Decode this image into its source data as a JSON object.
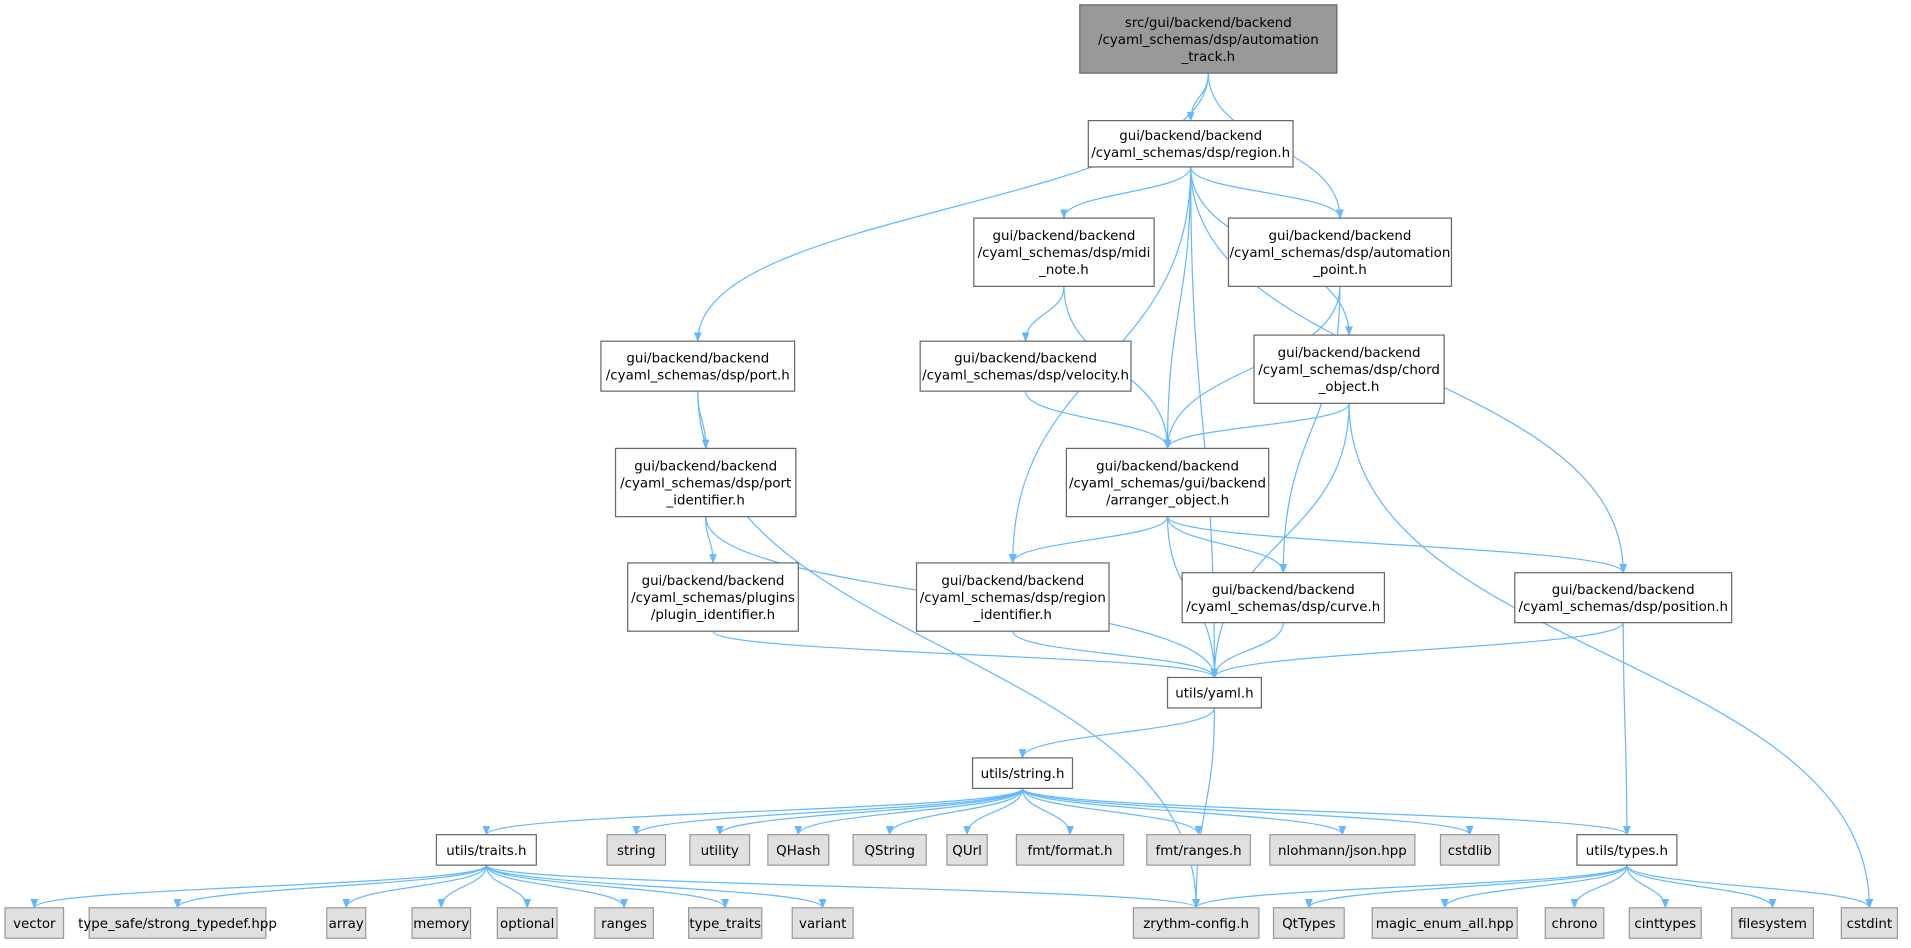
{
  "title": "src/gui/backend/backend/cyaml_schemas/dsp/automation_track.h include dependency graph",
  "colors": {
    "edge": "#63b8ff",
    "root_fill": "#999999",
    "external_fill": "#e0e0e0"
  },
  "nodes": [
    {
      "id": "root",
      "kind": "root",
      "lines": [
        "src/gui/backend/backend",
        "/cyaml_schemas/dsp/automation",
        "_track.h"
      ]
    },
    {
      "id": "region",
      "kind": "file",
      "lines": [
        "gui/backend/backend",
        "/cyaml_schemas/dsp/region.h"
      ]
    },
    {
      "id": "port",
      "kind": "file",
      "lines": [
        "gui/backend/backend",
        "/cyaml_schemas/dsp/port.h"
      ]
    },
    {
      "id": "midi_note",
      "kind": "file",
      "lines": [
        "gui/backend/backend",
        "/cyaml_schemas/dsp/midi",
        "_note.h"
      ]
    },
    {
      "id": "automation_point",
      "kind": "file",
      "lines": [
        "gui/backend/backend",
        "/cyaml_schemas/dsp/automation",
        "_point.h"
      ]
    },
    {
      "id": "velocity",
      "kind": "file",
      "lines": [
        "gui/backend/backend",
        "/cyaml_schemas/dsp/velocity.h"
      ]
    },
    {
      "id": "chord_object",
      "kind": "file",
      "lines": [
        "gui/backend/backend",
        "/cyaml_schemas/dsp/chord",
        "_object.h"
      ]
    },
    {
      "id": "port_identifier",
      "kind": "file",
      "lines": [
        "gui/backend/backend",
        "/cyaml_schemas/dsp/port",
        "_identifier.h"
      ]
    },
    {
      "id": "arranger_object",
      "kind": "file",
      "lines": [
        "gui/backend/backend",
        "/cyaml_schemas/gui/backend",
        "/arranger_object.h"
      ]
    },
    {
      "id": "plugin_identifier",
      "kind": "file",
      "lines": [
        "gui/backend/backend",
        "/cyaml_schemas/plugins",
        "/plugin_identifier.h"
      ]
    },
    {
      "id": "region_identifier",
      "kind": "file",
      "lines": [
        "gui/backend/backend",
        "/cyaml_schemas/dsp/region",
        "_identifier.h"
      ]
    },
    {
      "id": "curve",
      "kind": "file",
      "lines": [
        "gui/backend/backend",
        "/cyaml_schemas/dsp/curve.h"
      ]
    },
    {
      "id": "position",
      "kind": "file",
      "lines": [
        "gui/backend/backend",
        "/cyaml_schemas/dsp/position.h"
      ]
    },
    {
      "id": "yaml",
      "kind": "file",
      "lines": [
        "utils/yaml.h"
      ]
    },
    {
      "id": "string_h",
      "kind": "file",
      "lines": [
        "utils/string.h"
      ]
    },
    {
      "id": "traits",
      "kind": "file",
      "lines": [
        "utils/traits.h"
      ]
    },
    {
      "id": "types",
      "kind": "file",
      "lines": [
        "utils/types.h"
      ]
    },
    {
      "id": "string",
      "kind": "ext",
      "lines": [
        "string"
      ]
    },
    {
      "id": "utility",
      "kind": "ext",
      "lines": [
        "utility"
      ]
    },
    {
      "id": "QHash",
      "kind": "ext",
      "lines": [
        "QHash"
      ]
    },
    {
      "id": "QString",
      "kind": "ext",
      "lines": [
        "QString"
      ]
    },
    {
      "id": "QUrl",
      "kind": "ext",
      "lines": [
        "QUrl"
      ]
    },
    {
      "id": "fmt_format",
      "kind": "ext",
      "lines": [
        "fmt/format.h"
      ]
    },
    {
      "id": "fmt_ranges",
      "kind": "ext",
      "lines": [
        "fmt/ranges.h"
      ]
    },
    {
      "id": "nlohmann",
      "kind": "ext",
      "lines": [
        "nlohmann/json.hpp"
      ]
    },
    {
      "id": "cstdlib",
      "kind": "ext",
      "lines": [
        "cstdlib"
      ]
    },
    {
      "id": "vector",
      "kind": "ext",
      "lines": [
        "vector"
      ]
    },
    {
      "id": "type_safe",
      "kind": "ext",
      "lines": [
        "type_safe/strong_typedef.hpp"
      ]
    },
    {
      "id": "array",
      "kind": "ext",
      "lines": [
        "array"
      ]
    },
    {
      "id": "memory",
      "kind": "ext",
      "lines": [
        "memory"
      ]
    },
    {
      "id": "optional",
      "kind": "ext",
      "lines": [
        "optional"
      ]
    },
    {
      "id": "ranges",
      "kind": "ext",
      "lines": [
        "ranges"
      ]
    },
    {
      "id": "type_traits",
      "kind": "ext",
      "lines": [
        "type_traits"
      ]
    },
    {
      "id": "variant",
      "kind": "ext",
      "lines": [
        "variant"
      ]
    },
    {
      "id": "zrythm_config",
      "kind": "ext",
      "lines": [
        "zrythm-config.h"
      ]
    },
    {
      "id": "QtTypes",
      "kind": "ext",
      "lines": [
        "QtTypes"
      ]
    },
    {
      "id": "magic_enum",
      "kind": "ext",
      "lines": [
        "magic_enum_all.hpp"
      ]
    },
    {
      "id": "chrono",
      "kind": "ext",
      "lines": [
        "chrono"
      ]
    },
    {
      "id": "cinttypes",
      "kind": "ext",
      "lines": [
        "cinttypes"
      ]
    },
    {
      "id": "filesystem",
      "kind": "ext",
      "lines": [
        "filesystem"
      ]
    },
    {
      "id": "cstdint",
      "kind": "ext",
      "lines": [
        "cstdint"
      ]
    }
  ],
  "edges": [
    [
      "root",
      "port"
    ],
    [
      "root",
      "region"
    ],
    [
      "root",
      "automation_point"
    ],
    [
      "region",
      "midi_note"
    ],
    [
      "region",
      "automation_point"
    ],
    [
      "region",
      "chord_object"
    ],
    [
      "region",
      "arranger_object"
    ],
    [
      "region",
      "region_identifier"
    ],
    [
      "region",
      "yaml"
    ],
    [
      "region",
      "position"
    ],
    [
      "port",
      "port_identifier"
    ],
    [
      "port",
      "zrythm_config"
    ],
    [
      "midi_note",
      "velocity"
    ],
    [
      "midi_note",
      "arranger_object"
    ],
    [
      "automation_point",
      "arranger_object"
    ],
    [
      "automation_point",
      "curve"
    ],
    [
      "velocity",
      "arranger_object"
    ],
    [
      "chord_object",
      "arranger_object"
    ],
    [
      "chord_object",
      "yaml"
    ],
    [
      "chord_object",
      "cstdint"
    ],
    [
      "port_identifier",
      "plugin_identifier"
    ],
    [
      "port_identifier",
      "yaml"
    ],
    [
      "arranger_object",
      "region_identifier"
    ],
    [
      "arranger_object",
      "curve"
    ],
    [
      "arranger_object",
      "position"
    ],
    [
      "arranger_object",
      "yaml"
    ],
    [
      "plugin_identifier",
      "yaml"
    ],
    [
      "region_identifier",
      "yaml"
    ],
    [
      "curve",
      "yaml"
    ],
    [
      "position",
      "yaml"
    ],
    [
      "position",
      "types"
    ],
    [
      "yaml",
      "string_h"
    ],
    [
      "yaml",
      "zrythm_config"
    ],
    [
      "string_h",
      "traits"
    ],
    [
      "string_h",
      "string"
    ],
    [
      "string_h",
      "utility"
    ],
    [
      "string_h",
      "QHash"
    ],
    [
      "string_h",
      "QString"
    ],
    [
      "string_h",
      "QUrl"
    ],
    [
      "string_h",
      "fmt_format"
    ],
    [
      "string_h",
      "fmt_ranges"
    ],
    [
      "string_h",
      "nlohmann"
    ],
    [
      "string_h",
      "cstdlib"
    ],
    [
      "string_h",
      "types"
    ],
    [
      "traits",
      "vector"
    ],
    [
      "traits",
      "type_safe"
    ],
    [
      "traits",
      "array"
    ],
    [
      "traits",
      "memory"
    ],
    [
      "traits",
      "optional"
    ],
    [
      "traits",
      "ranges"
    ],
    [
      "traits",
      "type_traits"
    ],
    [
      "traits",
      "variant"
    ],
    [
      "traits",
      "zrythm_config"
    ],
    [
      "types",
      "zrythm_config"
    ],
    [
      "types",
      "QtTypes"
    ],
    [
      "types",
      "magic_enum"
    ],
    [
      "types",
      "chrono"
    ],
    [
      "types",
      "cinttypes"
    ],
    [
      "types",
      "filesystem"
    ],
    [
      "types",
      "cstdint"
    ]
  ]
}
